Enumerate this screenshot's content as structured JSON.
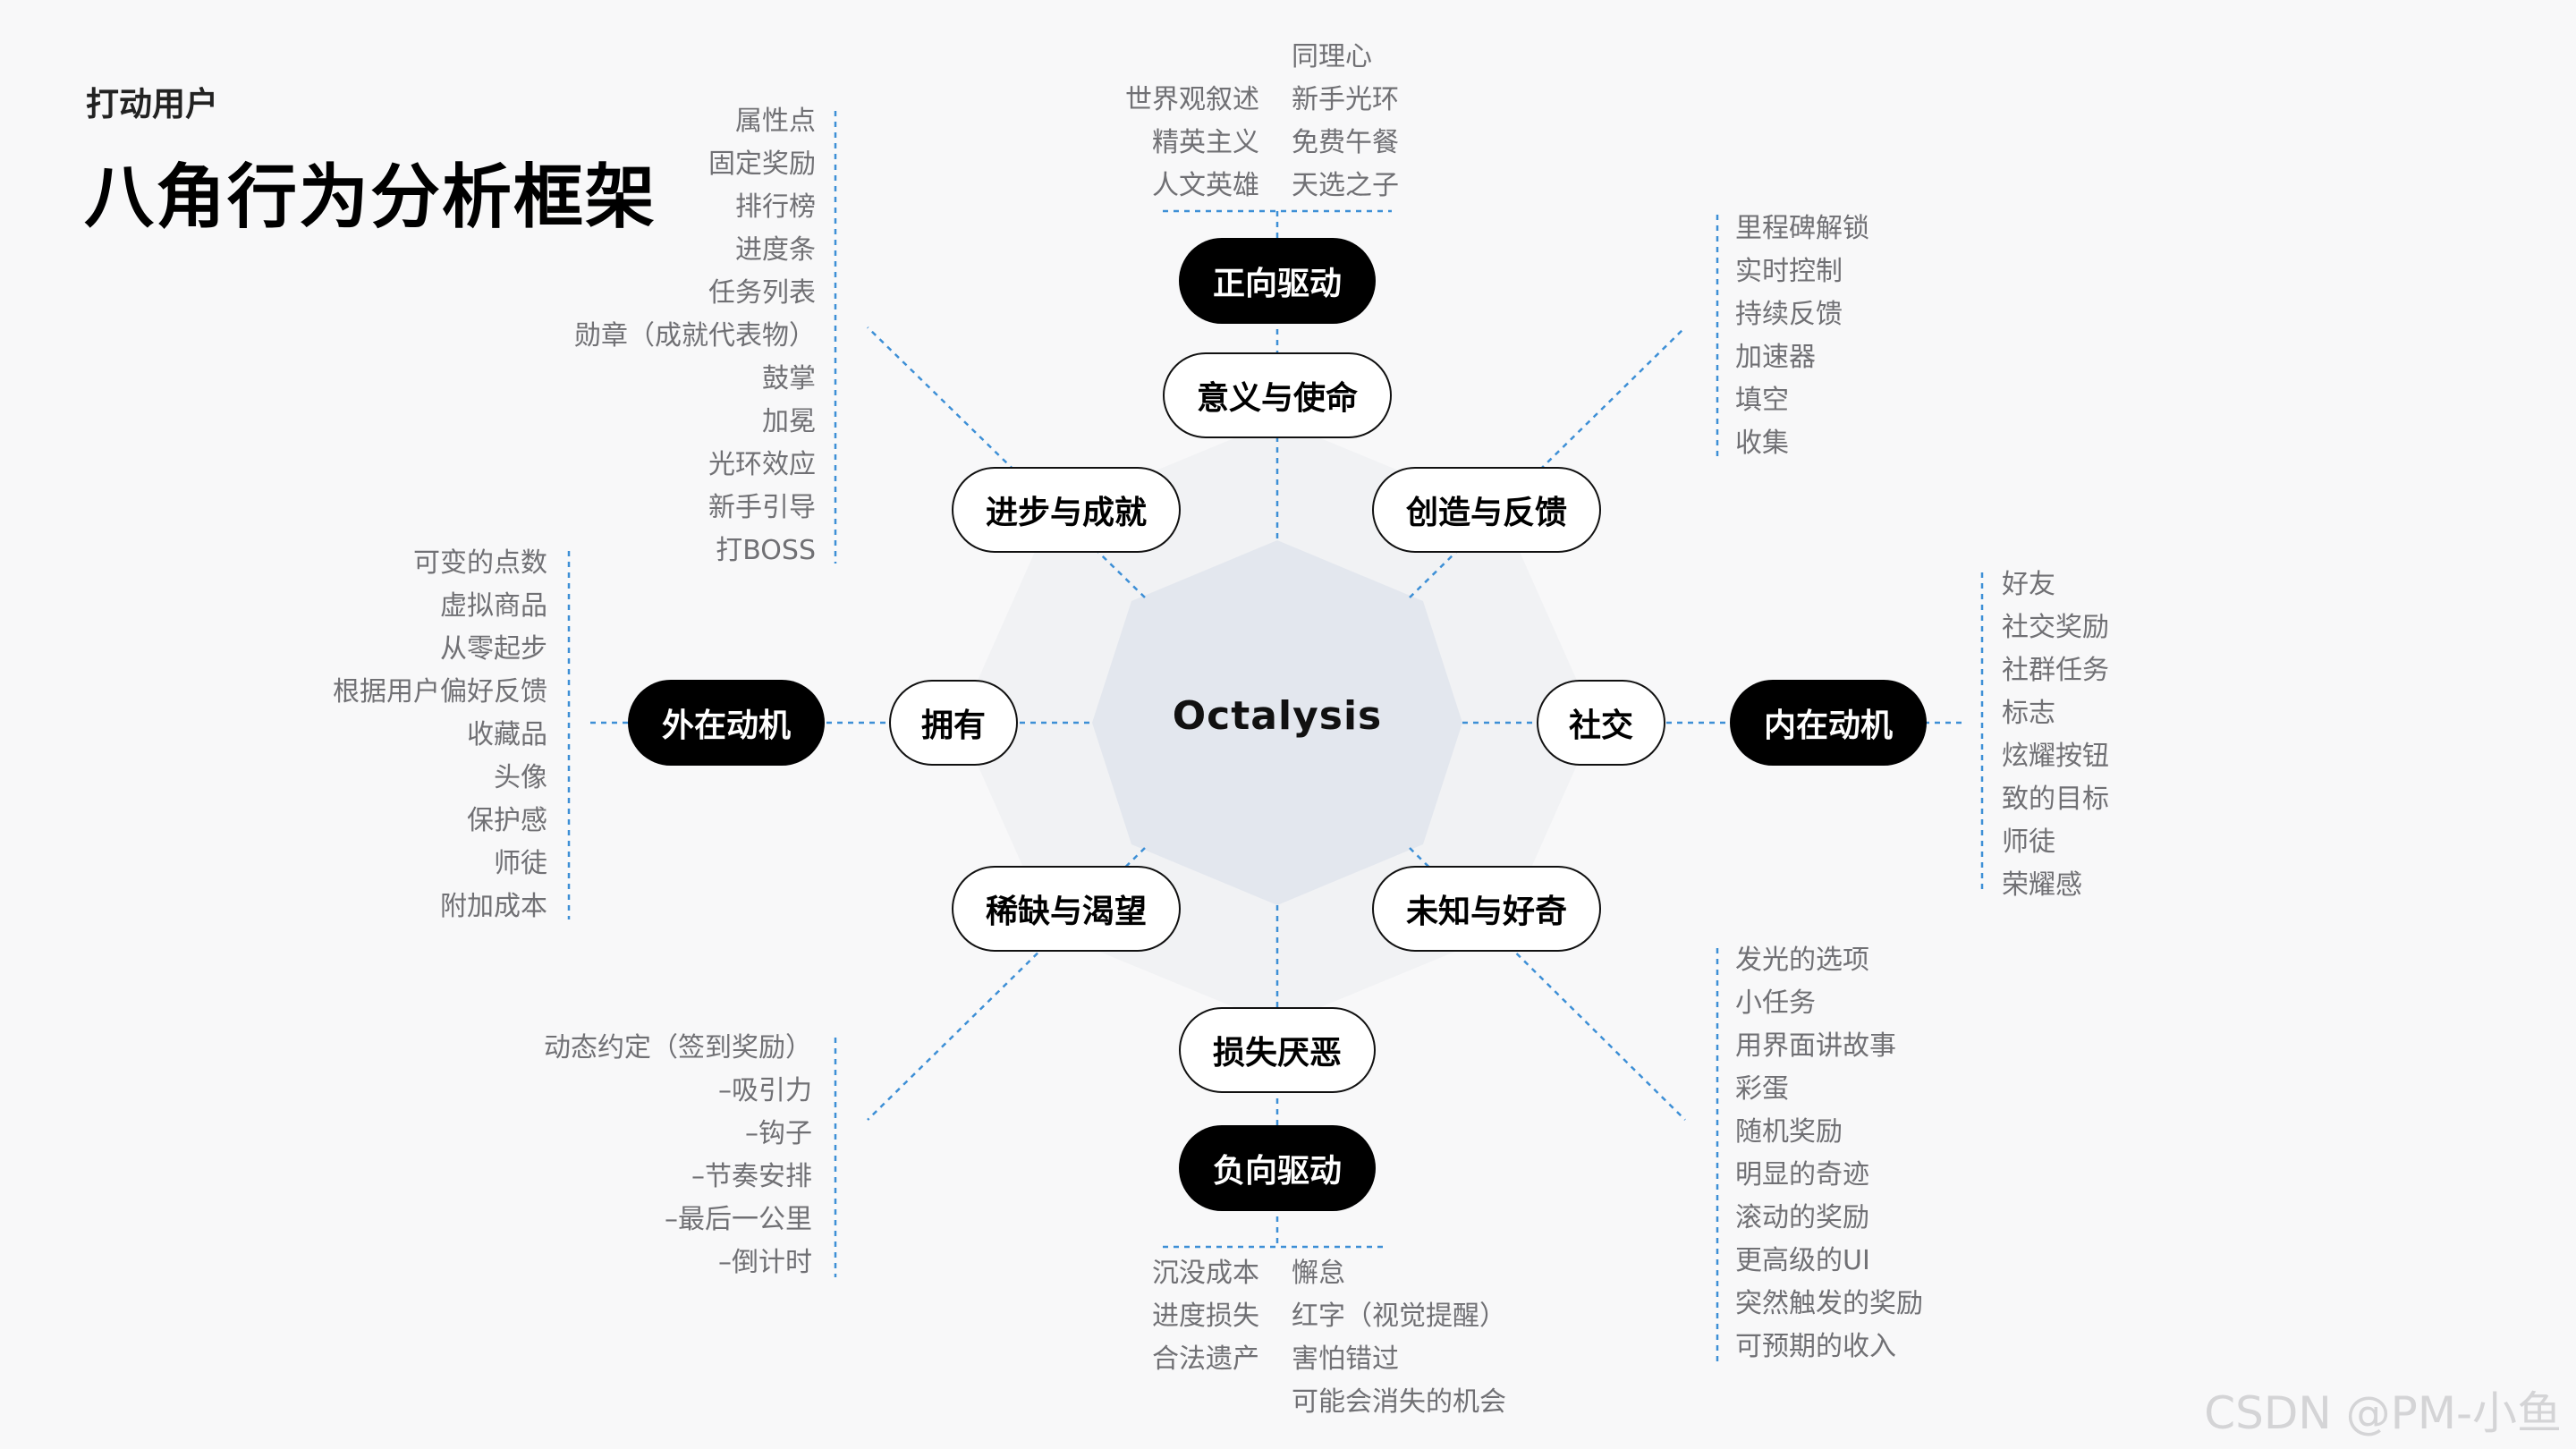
{
  "header": {
    "subtitle": "打动用户",
    "title": "八角行为分析框架"
  },
  "core": {
    "label": "Octalysis"
  },
  "drives": {
    "meaning": "意义与使命",
    "accomplishment": "进步与成就",
    "empowerment": "创造与反馈",
    "ownership": "拥有",
    "social": "社交",
    "scarcity": "稀缺与渴望",
    "unpredictability": "未知与好奇",
    "avoidance": "损失厌恶"
  },
  "poles": {
    "positive": "正向驱动",
    "negative": "负向驱动",
    "extrinsic": "外在动机",
    "intrinsic": "内在动机"
  },
  "lists": {
    "meaning_left": [
      "世界观叙述",
      "精英主义",
      "人文英雄"
    ],
    "meaning_right": [
      "同理心",
      "新手光环",
      "免费午餐",
      "天选之子"
    ],
    "accomplishment": [
      "属性点",
      "固定奖励",
      "排行榜",
      "进度条",
      "任务列表",
      "勋章（成就代表物）",
      "鼓掌",
      "加冕",
      "光环效应",
      "新手引导",
      "打BOSS"
    ],
    "empowerment": [
      "里程碑解锁",
      "实时控制",
      "持续反馈",
      "加速器",
      "填空",
      "收集"
    ],
    "ownership": [
      "可变的点数",
      "虚拟商品",
      "从零起步",
      "根据用户偏好反馈",
      "收藏品",
      "头像",
      "保护感",
      "师徒",
      "附加成本"
    ],
    "social": [
      "好友",
      "社交奖励",
      "社群任务",
      "标志",
      "炫耀按钮",
      "致的目标",
      "师徒",
      "荣耀感"
    ],
    "scarcity": [
      "动态约定（签到奖励）",
      "–吸引力",
      "–钩子",
      "–节奏安排",
      "–最后一公里",
      "–倒计时"
    ],
    "unpredictability": [
      "发光的选项",
      "小任务",
      "用界面讲故事",
      "彩蛋",
      "随机奖励",
      "明显的奇迹",
      "滚动的奖励",
      "更高级的UI",
      "突然触发的奖励",
      "可预期的收入"
    ],
    "avoidance_left": [
      "沉没成本",
      "进度损失",
      "合法遗产"
    ],
    "avoidance_right": [
      "懈怠",
      "红字（视觉提醒）",
      "害怕错过",
      "可能会消失的机会"
    ]
  },
  "watermark": "CSDN @PM-小鱼",
  "colors": {
    "background": "#f8f8f9",
    "octagon_outer": "#f1f2f4",
    "octagon_inner": "#e3e7ee",
    "connector": "#3d8fd6",
    "list_text": "#707074",
    "pole_fill": "#000000"
  }
}
